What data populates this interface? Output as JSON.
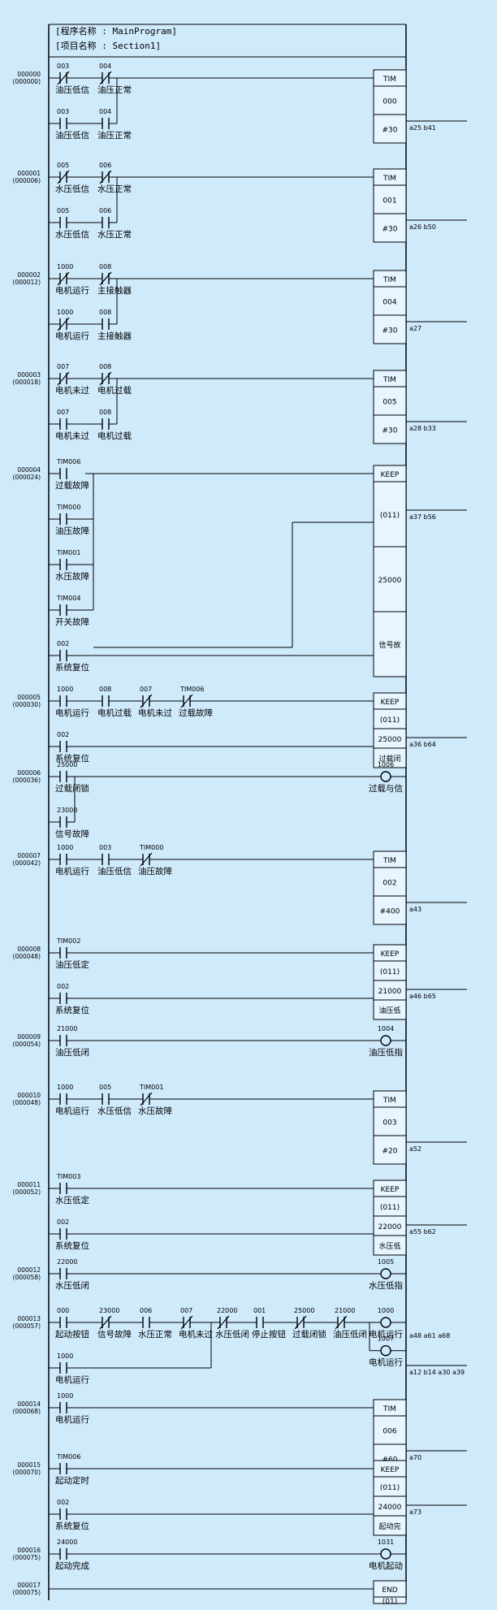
{
  "header": {
    "program_line": "[程序名称 : MainProgram]",
    "section_line": "[项目名称 : Section1]"
  },
  "rungs": [
    {
      "addr": "000000",
      "addr2": "(000000)",
      "contacts": [
        {
          "addr": "003",
          "label": "油压低信",
          "type": "NC",
          "row": 0,
          "col": 0
        },
        {
          "addr": "004",
          "label": "油压正常",
          "type": "NC",
          "row": 0,
          "col": 1
        },
        {
          "addr": "003",
          "label": "油压低信",
          "type": "NO",
          "row": 1,
          "col": 0
        },
        {
          "addr": "004",
          "label": "油压正常",
          "type": "NO",
          "row": 1,
          "col": 1
        }
      ],
      "block": {
        "name": "TIM",
        "rows": [
          "000",
          "#30"
        ]
      },
      "xref": "a25 b41"
    },
    {
      "addr": "000001",
      "addr2": "(000006)",
      "contacts": [
        {
          "addr": "005",
          "label": "水压低信",
          "type": "NC",
          "row": 0,
          "col": 0
        },
        {
          "addr": "006",
          "label": "水压正常",
          "type": "NC",
          "row": 0,
          "col": 1
        },
        {
          "addr": "005",
          "label": "水压低信",
          "type": "NO",
          "row": 1,
          "col": 0
        },
        {
          "addr": "006",
          "label": "水压正常",
          "type": "NO",
          "row": 1,
          "col": 1
        }
      ],
      "block": {
        "name": "TIM",
        "rows": [
          "001",
          "#30"
        ]
      },
      "xref": "a26 b50"
    },
    {
      "addr": "000002",
      "addr2": "(000012)",
      "contacts": [
        {
          "addr": "1000",
          "label": "电机运行",
          "type": "NC",
          "row": 0,
          "col": 0
        },
        {
          "addr": "008",
          "label": "主接触器",
          "type": "NC",
          "row": 0,
          "col": 1
        },
        {
          "addr": "1000",
          "label": "电机运行",
          "type": "NC",
          "row": 1,
          "col": 0
        },
        {
          "addr": "008",
          "label": "主接触器",
          "type": "NO",
          "row": 1,
          "col": 1
        }
      ],
      "block": {
        "name": "TIM",
        "rows": [
          "004",
          "#30"
        ]
      },
      "xref": "a27"
    },
    {
      "addr": "000003",
      "addr2": "(000018)",
      "contacts": [
        {
          "addr": "007",
          "label": "电机未过",
          "type": "NC",
          "row": 0,
          "col": 0
        },
        {
          "addr": "008",
          "label": "电机过载",
          "type": "NC",
          "row": 0,
          "col": 1
        },
        {
          "addr": "007",
          "label": "电机未过",
          "type": "NO",
          "row": 1,
          "col": 0
        },
        {
          "addr": "008",
          "label": "电机过载",
          "type": "NO",
          "row": 1,
          "col": 1
        }
      ],
      "block": {
        "name": "TIM",
        "rows": [
          "005",
          "#30"
        ]
      },
      "xref": "a28 b33"
    },
    {
      "addr": "000004",
      "addr2": "(000024)",
      "contacts": [
        {
          "addr": "TIM006",
          "label": "过载故障",
          "type": "NO",
          "row": 0,
          "col": 0
        },
        {
          "addr": "TIM000",
          "label": "油压故障",
          "type": "NO",
          "row": 1,
          "col": 0
        },
        {
          "addr": "TIM001",
          "label": "水压故障",
          "type": "NO",
          "row": 2,
          "col": 0
        },
        {
          "addr": "TIM004",
          "label": "开关故障",
          "type": "NO",
          "row": 3,
          "col": 0
        },
        {
          "addr": "002",
          "label": "系统复位",
          "type": "NO",
          "row": 4,
          "col": 0
        }
      ],
      "block": {
        "name": "KEEP",
        "rows": [
          "(011)",
          "25000",
          "信号故"
        ]
      },
      "xref": "a37 b56"
    },
    {
      "addr": "000005",
      "addr2": "(000030)",
      "contacts": [
        {
          "addr": "1000",
          "label": "电机运行",
          "type": "NO",
          "row": 0,
          "col": 0
        },
        {
          "addr": "008",
          "label": "电机过载",
          "type": "NO",
          "row": 0,
          "col": 1
        },
        {
          "addr": "007",
          "label": "电机未过",
          "type": "NC",
          "row": 0,
          "col": 2
        },
        {
          "addr": "TIM006",
          "label": "过载故障",
          "type": "NC",
          "row": 0,
          "col": 3
        },
        {
          "addr": "002",
          "label": "系统复位",
          "type": "NO",
          "row": 1,
          "col": 0
        }
      ],
      "block": {
        "name": "KEEP",
        "rows": [
          "(011)",
          "25000",
          "过载闭"
        ]
      },
      "xref": "a36 b64"
    },
    {
      "addr": "000006",
      "addr2": "(000036)",
      "contacts": [
        {
          "addr": "25000",
          "label": "过载闭锁",
          "type": "NO",
          "row": 0,
          "col": 0
        },
        {
          "addr": "23000",
          "label": "信号故障",
          "type": "NO",
          "row": 1,
          "col": 0
        }
      ],
      "coil": {
        "addr": "1006",
        "label": "过载与信"
      },
      "xref": ""
    },
    {
      "addr": "000007",
      "addr2": "(000042)",
      "contacts": [
        {
          "addr": "1000",
          "label": "电机运行",
          "type": "NO",
          "row": 0,
          "col": 0
        },
        {
          "addr": "003",
          "label": "油压低信",
          "type": "NO",
          "row": 0,
          "col": 1
        },
        {
          "addr": "TIM000",
          "label": "油压故障",
          "type": "NC",
          "row": 0,
          "col": 2
        }
      ],
      "block": {
        "name": "TIM",
        "rows": [
          "002",
          "#400"
        ]
      },
      "xref": "a43"
    },
    {
      "addr": "000008",
      "addr2": "(000048)",
      "contacts": [
        {
          "addr": "TIM002",
          "label": "油压低定",
          "type": "NO",
          "row": 0,
          "col": 0
        },
        {
          "addr": "002",
          "label": "系统复位",
          "type": "NO",
          "row": 1,
          "col": 0
        }
      ],
      "block": {
        "name": "KEEP",
        "rows": [
          "(011)",
          "21000",
          "油压低"
        ]
      },
      "xref": "a46 b65"
    },
    {
      "addr": "000009",
      "addr2": "(000054)",
      "contacts": [
        {
          "addr": "21000",
          "label": "油压低闭",
          "type": "NO",
          "row": 0,
          "col": 0
        }
      ],
      "coil": {
        "addr": "1004",
        "label": "油压低指"
      },
      "xref": ""
    },
    {
      "addr": "000010",
      "addr2": "(000048)",
      "contacts": [
        {
          "addr": "1000",
          "label": "电机运行",
          "type": "NO",
          "row": 0,
          "col": 0
        },
        {
          "addr": "005",
          "label": "水压低信",
          "type": "NO",
          "row": 0,
          "col": 1
        },
        {
          "addr": "TIM001",
          "label": "水压故障",
          "type": "NC",
          "row": 0,
          "col": 2
        }
      ],
      "block": {
        "name": "TIM",
        "rows": [
          "003",
          "#20"
        ]
      },
      "xref": "a52"
    },
    {
      "addr": "000011",
      "addr2": "(000052)",
      "contacts": [
        {
          "addr": "TIM003",
          "label": "水压低定",
          "type": "NO",
          "row": 0,
          "col": 0
        },
        {
          "addr": "002",
          "label": "系统复位",
          "type": "NO",
          "row": 1,
          "col": 0
        }
      ],
      "block": {
        "name": "KEEP",
        "rows": [
          "(011)",
          "22000",
          "水压低"
        ]
      },
      "xref": "a55 b62"
    },
    {
      "addr": "000012",
      "addr2": "(000058)",
      "contacts": [
        {
          "addr": "22000",
          "label": "水压低闭",
          "type": "NO",
          "row": 0,
          "col": 0
        }
      ],
      "coil": {
        "addr": "1005",
        "label": "水压低指"
      },
      "xref": ""
    },
    {
      "addr": "000013",
      "addr2": "(000057)",
      "contacts": [
        {
          "addr": "000",
          "label": "起动按钮",
          "type": "NO",
          "row": 0,
          "col": 0
        },
        {
          "addr": "23000",
          "label": "信号故障",
          "type": "NC",
          "row": 0,
          "col": 1
        },
        {
          "addr": "006",
          "label": "水压正常",
          "type": "NO",
          "row": 0,
          "col": 2
        },
        {
          "addr": "007",
          "label": "电机未过",
          "type": "NC",
          "row": 0,
          "col": 3
        },
        {
          "addr": "22000",
          "label": "水压低闭",
          "type": "NC",
          "row": 0,
          "col": 4
        },
        {
          "addr": "001",
          "label": "停止按钮",
          "type": "NO",
          "row": 0,
          "col": 5
        },
        {
          "addr": "25000",
          "label": "过载闭锁",
          "type": "NC",
          "row": 0,
          "col": 6
        },
        {
          "addr": "21000",
          "label": "油压低闭",
          "type": "NC",
          "row": 0,
          "col": 7
        },
        {
          "addr": "1000",
          "label": "电机运行",
          "type": "NO",
          "row": 1,
          "col": 0
        }
      ],
      "coil": {
        "addr": "1000",
        "label": "电机运行"
      },
      "coil2": {
        "addr": "1007",
        "label": "电机运行"
      },
      "xref": "a12 b14 a30 a39",
      "xref2": "a48 a61 a68"
    },
    {
      "addr": "000014",
      "addr2": "(000068)",
      "contacts": [
        {
          "addr": "1000",
          "label": "电机运行",
          "type": "NO",
          "row": 0,
          "col": 0
        }
      ],
      "block": {
        "name": "TIM",
        "rows": [
          "006",
          "#60"
        ]
      },
      "xref": "a70"
    },
    {
      "addr": "000015",
      "addr2": "(000070)",
      "contacts": [
        {
          "addr": "TIM006",
          "label": "起动定时",
          "type": "NO",
          "row": 0,
          "col": 0
        },
        {
          "addr": "002",
          "label": "系统复位",
          "type": "NO",
          "row": 1,
          "col": 0
        }
      ],
      "block": {
        "name": "KEEP",
        "rows": [
          "(011)",
          "24000",
          "起动完"
        ]
      },
      "xref": "a73"
    },
    {
      "addr": "000016",
      "addr2": "(000075)",
      "contacts": [
        {
          "addr": "24000",
          "label": "起动完成",
          "type": "NO",
          "row": 0,
          "col": 0
        }
      ],
      "coil": {
        "addr": "1031",
        "label": "电机起动"
      },
      "xref": ""
    },
    {
      "addr": "000017",
      "addr2": "(000075)",
      "contacts": [],
      "block": {
        "name": "END",
        "rows": [
          "(01)"
        ]
      },
      "xref": ""
    }
  ],
  "colors": {
    "background": "#cfeafb",
    "line": "#000000",
    "wire_blue": "#2a57c8",
    "text": "#000000",
    "panel": "#e6f5ff"
  }
}
